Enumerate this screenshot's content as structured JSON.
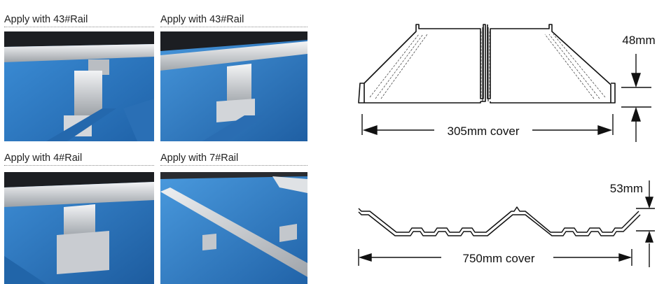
{
  "captions": [
    "Apply with 43#Rail",
    "Apply with 43#Rail",
    "Apply with 4#Rail",
    "Apply with 7#Rail"
  ],
  "diagram_top": {
    "height_label": "48mm",
    "cover_label": "305mm cover"
  },
  "diagram_bottom": {
    "height_label": "53mm",
    "cover_label": "750mm cover"
  },
  "colors": {
    "roof_blue": "#2f7fc6",
    "aluminium": "#c9ccd0",
    "line": "#111111"
  }
}
